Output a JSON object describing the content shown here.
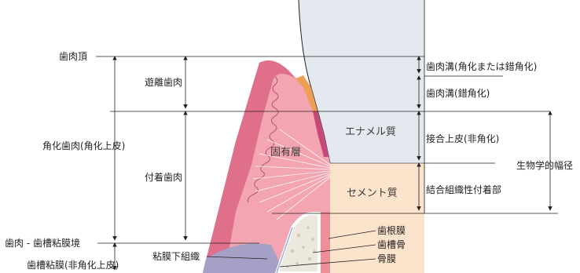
{
  "labels": {
    "gingival_crest": "歯肉頂",
    "free_gingiva": "遊離歯肉",
    "keratinized_gingiva": "角化歯肉(角化上皮)",
    "attached_gingiva": "付着歯肉",
    "mucogingival_junction": "歯肉 - 歯槽粘膜境",
    "alveolar_mucosa": "歯槽粘膜(非角化上皮)",
    "submucosa": "粘膜下組織",
    "lamina_propria": "固有層",
    "enamel": "エナメル質",
    "cementum": "セメント質",
    "sulcus_nonkeratinized": "歯肉溝(角化または錯角化)",
    "sulcus_parakeratinized": "歯肉溝(錯角化)",
    "junctional_epithelium": "接合上皮(非角化)",
    "connective_attachment": "結合組織性付着部",
    "biologic_width": "生物学的幅径",
    "periodontal_ligament": "歯根膜",
    "alveolar_bone": "歯槽骨",
    "periosteum": "骨膜"
  },
  "colors": {
    "enamel": "#e3e9ef",
    "cementum": "#fbe3cc",
    "gingiva": "#f3a6b2",
    "epithelium": "#df6f8a",
    "bone": "#ece8de",
    "ligament": "#ee8e96",
    "submucosa": "#a6a0c6",
    "sulcus_epithelium": "#ef9f55"
  }
}
